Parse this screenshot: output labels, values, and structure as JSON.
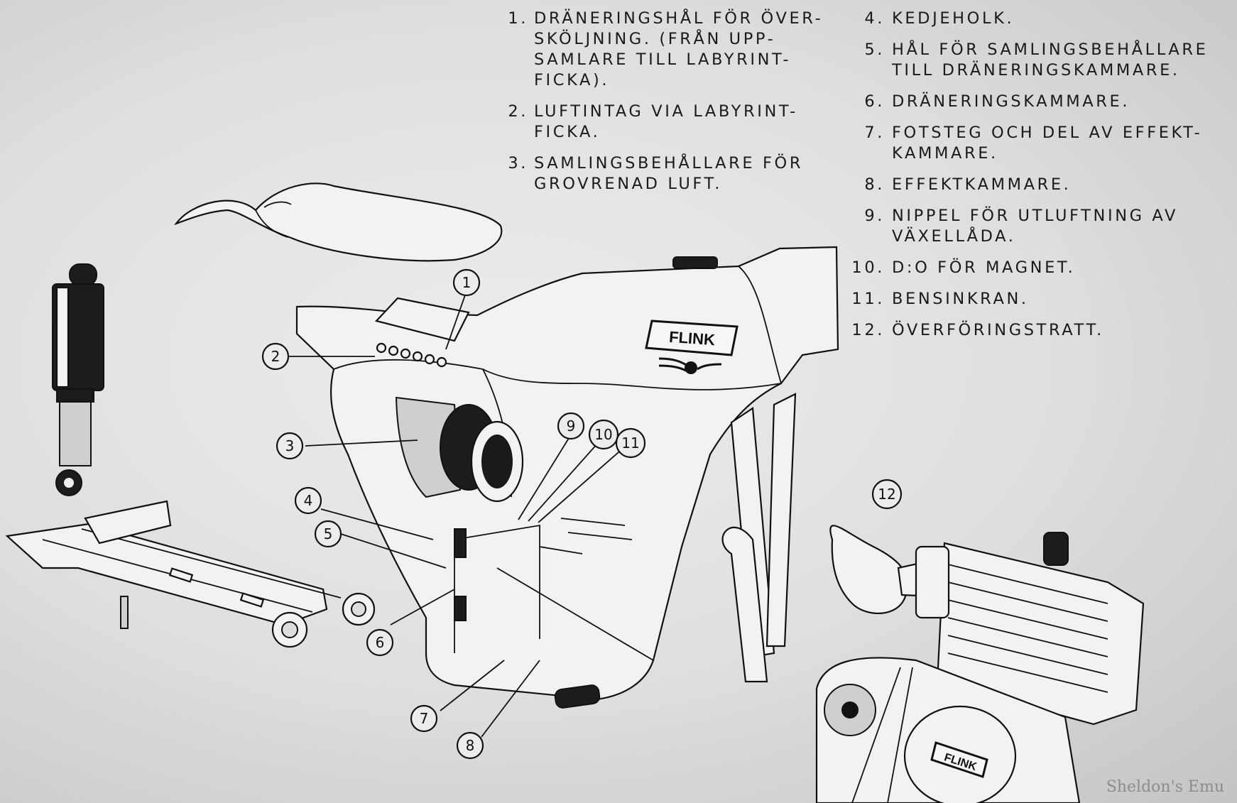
{
  "legend_left": [
    {
      "num": "1.",
      "text": "DRÄNERINGSHÅL FÖR ÖVER-\nSKÖLJNING. (FRÅN UPP-\nSAMLARE TILL LABYRINT-\nFICKA)."
    },
    {
      "num": "2.",
      "text": "LUFTINTAG VIA LABYRINT-\nFICKA."
    },
    {
      "num": "3.",
      "text": "SAMLINGSBEHÅLLARE FÖR\nGROVRENAD LUFT."
    }
  ],
  "legend_right": [
    {
      "num": "4.",
      "text": "KEDJEHOLK."
    },
    {
      "num": "5.",
      "text": "HÅL FÖR SAMLINGSBEHÅLLARE\nTILL DRÄNERINGSKAMMARE."
    },
    {
      "num": "6.",
      "text": "DRÄNERINGSKAMMARE."
    },
    {
      "num": "7.",
      "text": "FOTSTEG OCH DEL AV EFFEKT-\nKAMMARE."
    },
    {
      "num": "8.",
      "text": "EFFEKTKAMMARE."
    },
    {
      "num": "9.",
      "text": "NIPPEL FÖR UTLUFTNING AV\nVÄXELLÅDA."
    },
    {
      "num": "10.",
      "text": "D:O FÖR MAGNET."
    },
    {
      "num": "11.",
      "text": "BENSINKRAN."
    },
    {
      "num": "12.",
      "text": "ÖVERFÖRINGSTRATT."
    }
  ],
  "callouts": [
    "1",
    "2",
    "3",
    "4",
    "5",
    "6",
    "7",
    "8",
    "9",
    "10",
    "11",
    "12"
  ],
  "frame_badge": "FLINK",
  "engine_badge": "FLINK",
  "credit": "Sheldon's Emu"
}
